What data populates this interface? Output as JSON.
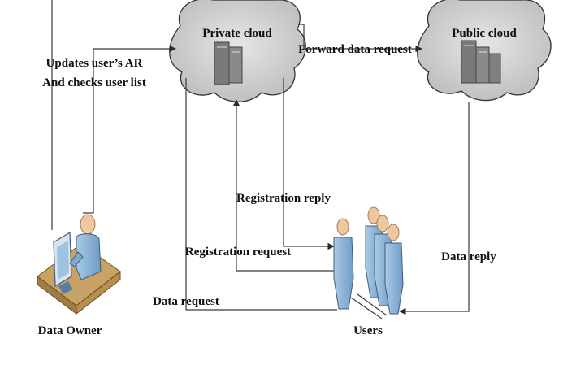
{
  "nodes": {
    "private_cloud": "Private cloud",
    "public_cloud": "Public cloud",
    "data_owner": "Data Owner",
    "users": "Users"
  },
  "edges": {
    "updates_line1": "Updates user’s AR",
    "updates_line2": "And checks user list",
    "forward_data_request": "Forward data request",
    "registration_reply": "Registration reply",
    "registration_request": "Registration request",
    "data_request": "Data request",
    "data_reply": "Data reply"
  },
  "colors": {
    "cloud_fill": "#d3d3d3",
    "server_fill": "#7a7a7a",
    "person_fill": "#8fb6d8",
    "head_fill": "#f0c8a0",
    "desk_fill": "#c9a266"
  }
}
